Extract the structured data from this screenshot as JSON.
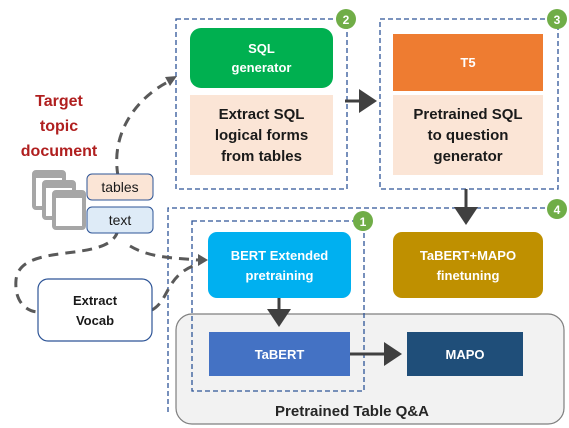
{
  "target_document": {
    "lines": [
      "Target",
      "topic",
      "document"
    ],
    "color": "#b01f1f"
  },
  "doc_tags": {
    "tables": "tables",
    "text": "text"
  },
  "extract_vocab": {
    "lines": [
      "Extract",
      "Vocab"
    ]
  },
  "stages": {
    "sql_generator": {
      "number": "2",
      "header": [
        "SQL",
        "generator"
      ],
      "body": [
        "Extract SQL",
        "logical forms",
        "from tables"
      ],
      "header_color": "#00b050"
    },
    "t5": {
      "number": "3",
      "header": [
        "T5"
      ],
      "body": [
        "Pretrained SQL",
        "to question",
        "generator"
      ],
      "header_color": "#ee7c31"
    },
    "bert_extended": {
      "number": "1",
      "lines": [
        "BERT Extended",
        "pretraining"
      ],
      "color": "#00b0f0"
    },
    "finetuning": {
      "number": "4",
      "lines": [
        "TaBERT+MAPO",
        "finetuning"
      ],
      "color": "#bf9000"
    },
    "tabert": {
      "label": "TaBERT",
      "color": "#4472c4"
    },
    "mapo": {
      "label": "MAPO",
      "color": "#1f4e79"
    }
  },
  "pretrained_table_qa": {
    "label": "Pretrained Table Q&A"
  },
  "colors": {
    "badge": "#70ad47",
    "body_fill": "#fbe5d6",
    "dashed_border": "#2e5597",
    "tag_tables": "#fbe5d6",
    "tag_text": "#deebf7"
  }
}
